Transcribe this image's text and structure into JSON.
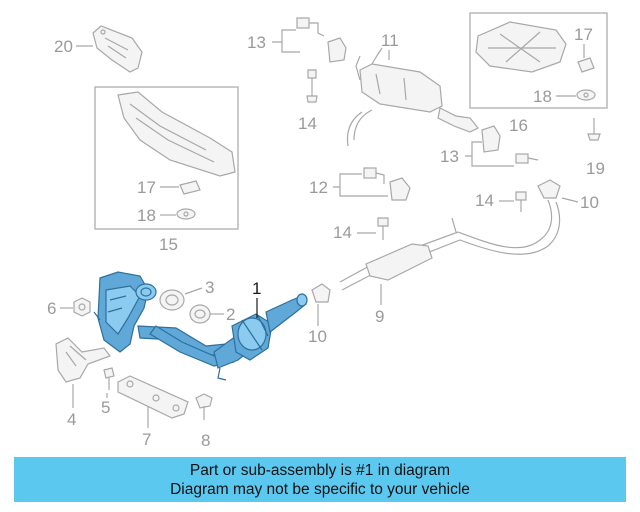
{
  "callouts": {
    "c1": "1",
    "c2": "2",
    "c3": "3",
    "c4": "4",
    "c5": "5",
    "c6": "6",
    "c7": "7",
    "c8": "8",
    "c9": "9",
    "c10a": "10",
    "c10b": "10",
    "c11": "11",
    "c12": "12",
    "c13a": "13",
    "c13b": "13",
    "c14a": "14",
    "c14b": "14",
    "c14c": "14",
    "c15": "15",
    "c16": "16",
    "c17a": "17",
    "c17b": "17",
    "c18a": "18",
    "c18b": "18",
    "c19": "19",
    "c20": "20"
  },
  "banner": {
    "line1": "Part or sub-assembly is #1 in diagram",
    "line2": "Diagram may not be specific to your vehicle"
  },
  "colors": {
    "highlight": "#5fa8d8",
    "banner": "#5bc8f0",
    "parts": "#a8a8a8"
  }
}
